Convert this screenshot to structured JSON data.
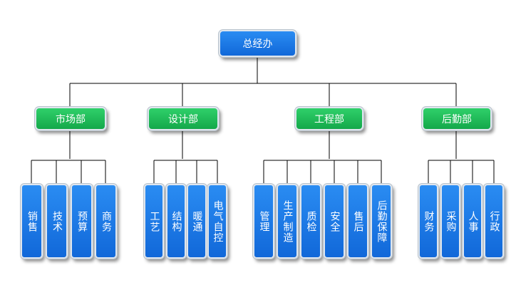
{
  "root": {
    "label": "总经办"
  },
  "departments": [
    {
      "label": "市场部",
      "teams": [
        "销售",
        "技术",
        "预算",
        "商务"
      ]
    },
    {
      "label": "设计部",
      "teams": [
        "工艺",
        "结构",
        "暖通",
        "电气自控"
      ]
    },
    {
      "label": "工程部",
      "teams": [
        "管理",
        "生产制造",
        "质检",
        "安全",
        "售后",
        "后勤保障"
      ]
    },
    {
      "label": "后勤部",
      "teams": [
        "财务",
        "采购",
        "人事",
        "行政"
      ]
    }
  ],
  "colors": {
    "root_fill": "#1a78e8",
    "department_fill": "#1fbf5a",
    "team_fill": "#1a78e8",
    "connector": "#000000"
  }
}
